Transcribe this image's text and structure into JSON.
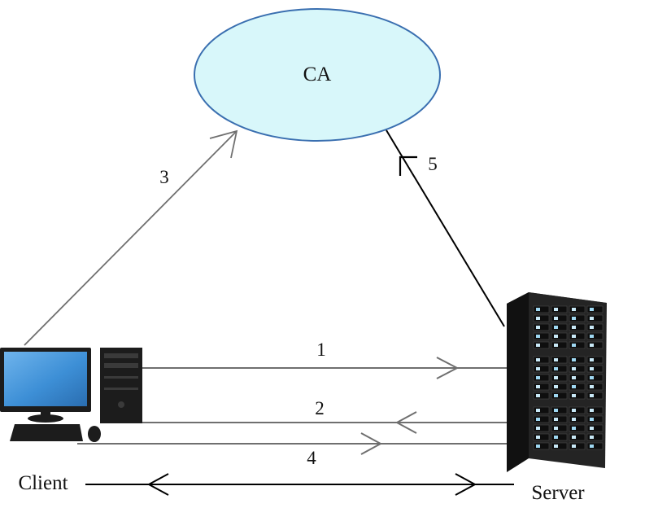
{
  "nodes": {
    "ca": "CA",
    "client": "Client",
    "server": "Server"
  },
  "edges": {
    "e1": "1",
    "e2": "2",
    "e3": "3",
    "e4": "4",
    "e5": "5"
  },
  "colors": {
    "ca_fill": "#d8f7fa",
    "ca_stroke": "#3a6fb0",
    "arrow_gray": "#6f6f6f",
    "arrow_black": "#000000",
    "monitor_screen": "#3d8fd6"
  }
}
